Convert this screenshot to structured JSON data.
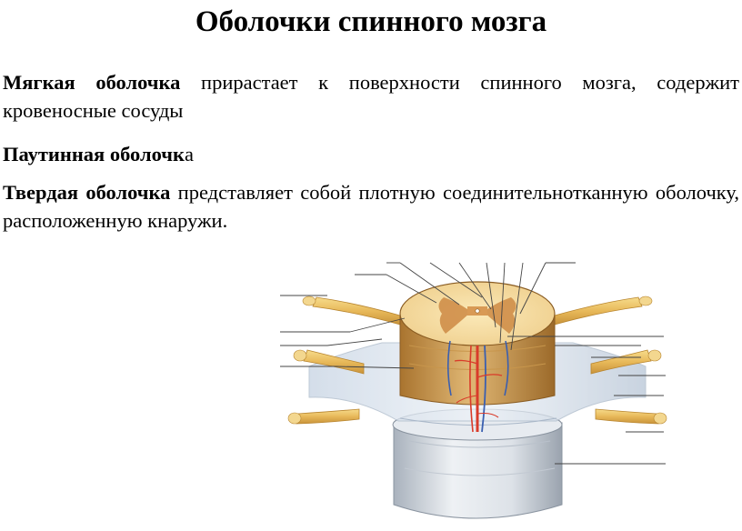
{
  "title": "Оболочки спинного мозга",
  "paragraphs": [
    {
      "term": "Мягкая оболочка",
      "text": " прирастает к поверхности спинного мозга, содержит кровеносные сосуды"
    },
    {
      "term": "Паутинная оболочк",
      "text": "а"
    },
    {
      "term": "Твердая оболочка",
      "text": " представляет собой плотную соединительнотканную оболочку, расположенную кнаружи."
    }
  ],
  "colors": {
    "nerve": "#efc567",
    "grey_matter": "#c98a45",
    "dura": "#d6dbe2",
    "artery": "#d93b2a",
    "vein": "#3a5fb0"
  }
}
